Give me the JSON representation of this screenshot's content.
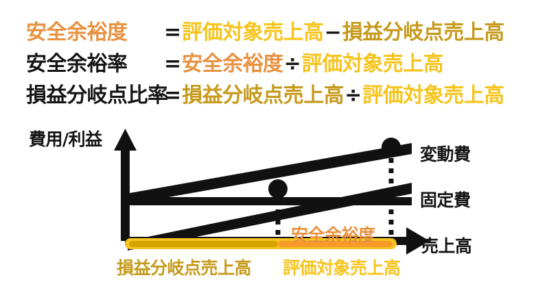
{
  "formulas": [
    {
      "id": "safety-margin-amount",
      "left_term": "安全余裕度",
      "left_color": "#E8913F",
      "equals": "=",
      "terms": [
        {
          "text": "評価対象売上高",
          "color": "#F6C41C"
        },
        {
          "text": "損益分岐点売上高",
          "color": "#C69A1C"
        }
      ],
      "operator": "−"
    },
    {
      "id": "safety-margin-ratio",
      "left_term": "安全余裕率",
      "left_color": "#151515",
      "equals": "=",
      "terms": [
        {
          "text": "安全余裕度",
          "color": "#E8913F"
        },
        {
          "text": "評価対象売上高",
          "color": "#F6C41C"
        }
      ],
      "operator": "÷"
    },
    {
      "id": "break-even-ratio",
      "left_term": "損益分岐点比率",
      "left_color": "#151515",
      "equals": "=",
      "terms": [
        {
          "text": "損益分岐点売上高",
          "color": "#C69A1C"
        },
        {
          "text": "評価対象売上高",
          "color": "#F6C41C"
        }
      ],
      "operator": "÷"
    }
  ],
  "chart": {
    "y_axis_label": "費用/利益",
    "x_axis_label": "売上高",
    "series_labels": {
      "variable_cost": "変動費",
      "fixed_cost": "固定費"
    },
    "margin_annotation": "安全余裕度",
    "axis_captions": {
      "break_even_sales": "損益分岐点売上高",
      "target_sales": "評価対象売上高"
    },
    "colors": {
      "orange": "#E8913F",
      "gold": "#F6C41C",
      "dark_gold": "#C69A1C",
      "line": "#111111",
      "bar_orange": "#F79B28",
      "bar_dark_gold": "#D4A400"
    }
  },
  "chart_data": {
    "type": "line",
    "title": "",
    "xlabel": "売上高",
    "ylabel": "費用/利益",
    "xlim": [
      0,
      460
    ],
    "ylim": [
      0,
      190
    ],
    "grid": false,
    "legend_position": "right",
    "series": [
      {
        "name": "変動費",
        "role": "total-cost-line",
        "points": [
          [
            0,
            68
          ],
          [
            460,
            155
          ]
        ]
      },
      {
        "name": "固定費",
        "role": "fixed-cost-line",
        "points": [
          [
            0,
            68
          ],
          [
            460,
            68
          ]
        ]
      },
      {
        "name": "売上高",
        "role": "revenue-line",
        "points": [
          [
            8,
            0
          ],
          [
            460,
            180
          ]
        ]
      }
    ],
    "markers": [
      {
        "name": "損益分岐点",
        "x": 224,
        "y": 103
      },
      {
        "name": "評価対象点",
        "x": 389,
        "y": 163
      }
    ],
    "bars": [
      {
        "name": "損益分岐点売上高",
        "x0": 0,
        "x1": 224,
        "color": "#D4A400"
      },
      {
        "name": "安全余裕度",
        "x0": 224,
        "x1": 389,
        "color": "#F79B28"
      }
    ]
  }
}
